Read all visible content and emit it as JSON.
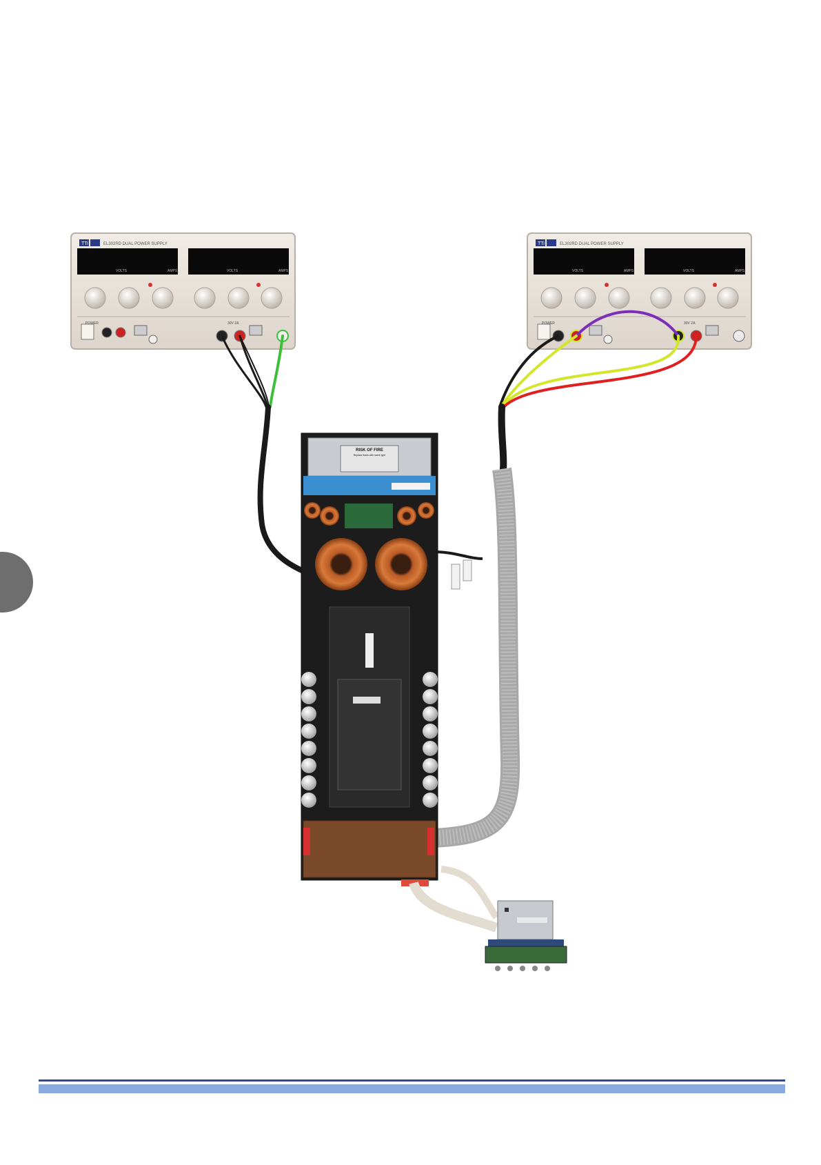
{
  "psu": {
    "brand": "TTi",
    "model_label": "EL302RD DUAL POWER SUPPLY",
    "display_labels": [
      "VOLTS",
      "AMPS",
      "VOLTS",
      "AMPS"
    ],
    "power_label": "POWER",
    "output_label": "30V 2A"
  },
  "amp_module": {
    "shield_title": "RISK OF FIRE",
    "shield_subtitle": "Replace fuses with same type"
  },
  "wire_colors": {
    "black": "#1a1a1a",
    "green": "#3dbf3a",
    "yellow": "#d4e62a",
    "red": "#e02020",
    "purple": "#7b2fb8",
    "ribbon": "#a8a8a8"
  },
  "accent_colors": {
    "rule_dark": "#2f4a9a",
    "rule_light": "#8aa9dc",
    "side_tab": "#6e6e6e"
  }
}
